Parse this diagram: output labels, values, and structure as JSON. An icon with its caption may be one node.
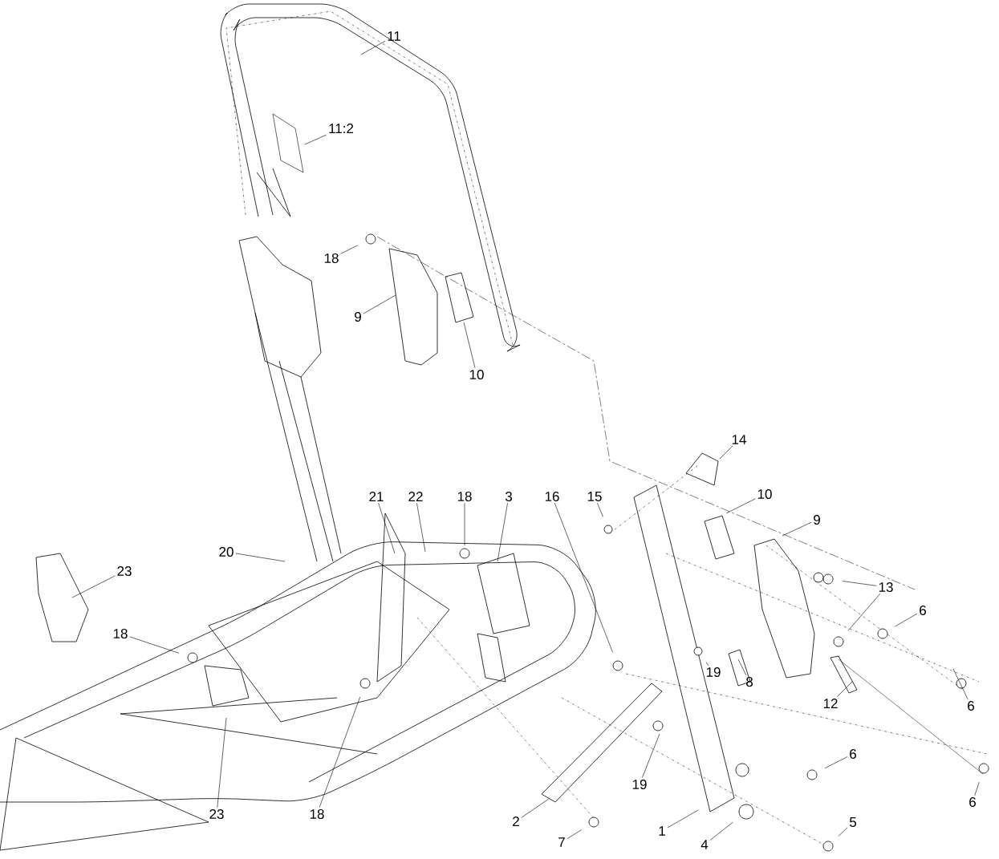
{
  "diagram": {
    "nodes": [
      {
        "text": [
          "11"
        ]
      },
      {
        "text": [
          "11:2"
        ]
      },
      {
        "text": [
          "18"
        ]
      },
      {
        "text": [
          "9"
        ]
      },
      {
        "text": [
          "10"
        ]
      },
      {
        "text": [
          "14"
        ]
      },
      {
        "text": [
          "21"
        ]
      },
      {
        "text": [
          "22"
        ]
      },
      {
        "text": [
          "18"
        ]
      },
      {
        "text": [
          "3"
        ]
      },
      {
        "text": [
          "16"
        ]
      },
      {
        "text": [
          "15"
        ]
      },
      {
        "text": [
          "10"
        ]
      },
      {
        "text": [
          "9"
        ]
      },
      {
        "text": [
          "20"
        ]
      },
      {
        "text": [
          "23"
        ]
      },
      {
        "text": [
          "13"
        ]
      },
      {
        "text": [
          "6"
        ]
      },
      {
        "text": [
          "18"
        ]
      },
      {
        "text": [
          "19"
        ]
      },
      {
        "text": [
          "8"
        ]
      },
      {
        "text": [
          "12"
        ]
      },
      {
        "text": [
          "6"
        ]
      },
      {
        "text": [
          "19"
        ]
      },
      {
        "text": [
          "6"
        ]
      },
      {
        "text": [
          "6"
        ]
      },
      {
        "text": [
          "23"
        ]
      },
      {
        "text": [
          "18"
        ]
      },
      {
        "text": [
          "2"
        ]
      },
      {
        "text": [
          "7"
        ]
      },
      {
        "text": [
          "1"
        ]
      },
      {
        "text": [
          "4"
        ]
      },
      {
        "text": [
          "5"
        ]
      }
    ],
    "edges": [
      {
        "from": 0,
        "to": null,
        "arrow": "none"
      },
      {
        "from": 1,
        "to": null,
        "arrow": "none"
      },
      {
        "from": 2,
        "to": null,
        "arrow": "none"
      },
      {
        "from": 3,
        "to": null,
        "arrow": "none"
      },
      {
        "from": 4,
        "to": null,
        "arrow": "none"
      },
      {
        "from": 5,
        "to": null,
        "arrow": "none"
      },
      {
        "from": 6,
        "to": null,
        "arrow": "none"
      },
      {
        "from": 7,
        "to": null,
        "arrow": "none"
      },
      {
        "from": 8,
        "to": null,
        "arrow": "none"
      },
      {
        "from": 9,
        "to": null,
        "arrow": "none"
      },
      {
        "from": 10,
        "to": null,
        "arrow": "none"
      },
      {
        "from": 11,
        "to": null,
        "arrow": "none"
      },
      {
        "from": 12,
        "to": null,
        "arrow": "none"
      },
      {
        "from": 13,
        "to": null,
        "arrow": "none"
      },
      {
        "from": 14,
        "to": null,
        "arrow": "none"
      },
      {
        "from": 15,
        "to": null,
        "arrow": "none"
      },
      {
        "from": 16,
        "to": null,
        "arrow": "none"
      },
      {
        "from": 16,
        "to": null,
        "arrow": "none"
      },
      {
        "from": 17,
        "to": null,
        "arrow": "none"
      },
      {
        "from": 18,
        "to": null,
        "arrow": "none"
      },
      {
        "from": 19,
        "to": null,
        "arrow": "none"
      },
      {
        "from": 20,
        "to": null,
        "arrow": "none"
      },
      {
        "from": 21,
        "to": null,
        "arrow": "none"
      },
      {
        "from": 22,
        "to": null,
        "arrow": "none"
      },
      {
        "from": 23,
        "to": null,
        "arrow": "none"
      },
      {
        "from": 24,
        "to": null,
        "arrow": "none"
      },
      {
        "from": 25,
        "to": null,
        "arrow": "none"
      },
      {
        "from": 26,
        "to": null,
        "arrow": "none"
      },
      {
        "from": 27,
        "to": null,
        "arrow": "none"
      },
      {
        "from": 28,
        "to": null,
        "arrow": "none"
      },
      {
        "from": 29,
        "to": null,
        "arrow": "none"
      },
      {
        "from": 30,
        "to": null,
        "arrow": "none"
      },
      {
        "from": 31,
        "to": null,
        "arrow": "none"
      },
      {
        "from": 32,
        "to": null,
        "arrow": "none"
      }
    ]
  }
}
